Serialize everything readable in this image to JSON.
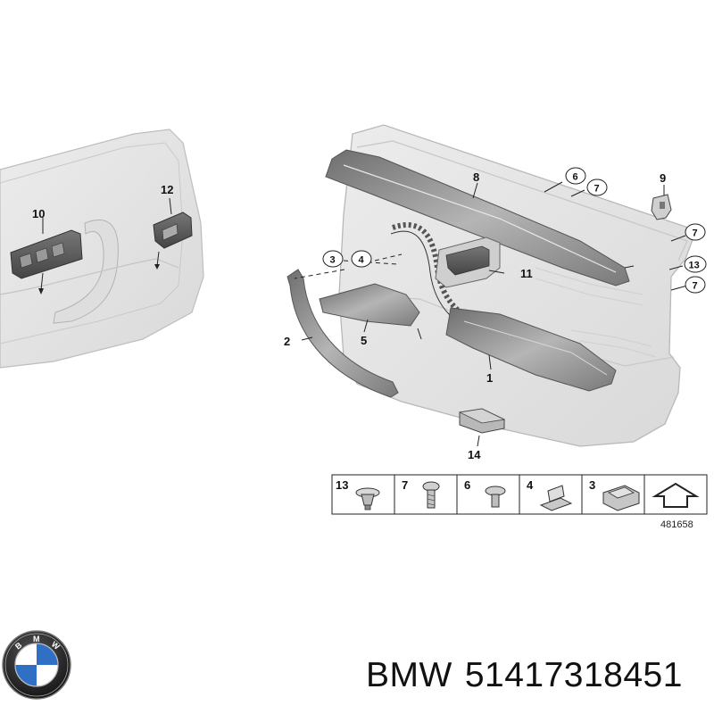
{
  "diagram": {
    "diagram_id": "481658",
    "callouts": {
      "c1": "1",
      "c2": "2",
      "c3": "3",
      "c4": "4",
      "c5": "5",
      "c6": "6",
      "c7a": "7",
      "c7b": "7",
      "c7c": "7",
      "c8": "8",
      "c9": "9",
      "c10": "10",
      "c11": "11",
      "c12": "12",
      "c13": "13",
      "c14": "14"
    },
    "legend": [
      "13",
      "7",
      "6",
      "4",
      "3"
    ]
  },
  "brand": "BMW",
  "part_number": "51417318451",
  "colors": {
    "line": "#222222",
    "panel": "#e4e4e4",
    "panel_edge": "#b9b9b9",
    "trim": "#8a8a8a",
    "bmw_blue": "#2f6fc4"
  }
}
